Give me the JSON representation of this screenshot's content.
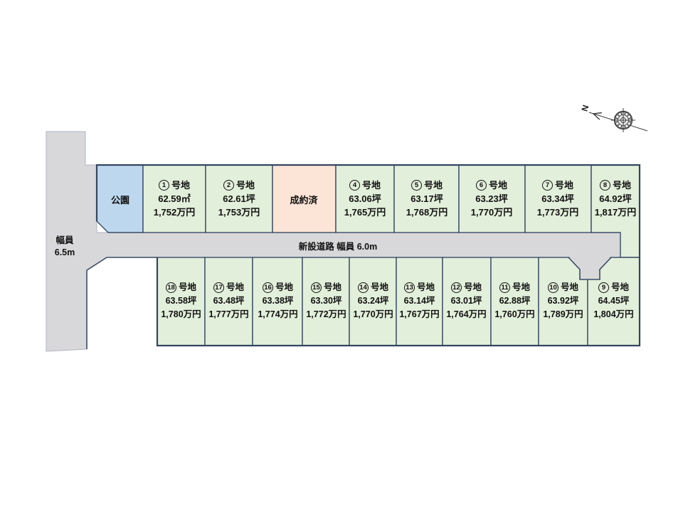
{
  "diagram": "residential-lot-subdivision-map",
  "labels": {
    "park": "公園",
    "sold": "成約済",
    "lot_suffix": "号地",
    "new_road": "新設道路 幅員 6.0m",
    "west_road_width_line1": "幅員",
    "west_road_width_line2": "6.5m",
    "compass_north": "N"
  },
  "top_row": [
    {
      "num": "1",
      "area": "62.59㎡",
      "price": "1,752万円"
    },
    {
      "num": "2",
      "area": "62.61坪",
      "price": "1,753万円"
    },
    {
      "num": "4",
      "area": "63.06坪",
      "price": "1,765万円"
    },
    {
      "num": "5",
      "area": "63.17坪",
      "price": "1,768万円"
    },
    {
      "num": "6",
      "area": "63.23坪",
      "price": "1,770万円"
    },
    {
      "num": "7",
      "area": "63.34坪",
      "price": "1,773万円"
    },
    {
      "num": "8",
      "area": "64.92坪",
      "price": "1,817万円"
    }
  ],
  "bottom_row": [
    {
      "num": "18",
      "area": "63.58坪",
      "price": "1,780万円"
    },
    {
      "num": "17",
      "area": "63.48坪",
      "price": "1,777万円"
    },
    {
      "num": "16",
      "area": "63.38坪",
      "price": "1,774万円"
    },
    {
      "num": "15",
      "area": "63.30坪",
      "price": "1,772万円"
    },
    {
      "num": "14",
      "area": "63.24坪",
      "price": "1,770万円"
    },
    {
      "num": "13",
      "area": "63.14坪",
      "price": "1,767万円"
    },
    {
      "num": "12",
      "area": "63.01坪",
      "price": "1,764万円"
    },
    {
      "num": "11",
      "area": "62.88坪",
      "price": "1,760万円"
    },
    {
      "num": "10",
      "area": "63.92坪",
      "price": "1,789万円"
    },
    {
      "num": "9",
      "area": "64.45坪",
      "price": "1,804万円"
    }
  ],
  "colors": {
    "lot_green": "#e2efda",
    "park_blue": "#bdd7ee",
    "sold_peach": "#fce4d6",
    "road_gray": "#d8d8da",
    "border_navy": "#3a4b66"
  }
}
